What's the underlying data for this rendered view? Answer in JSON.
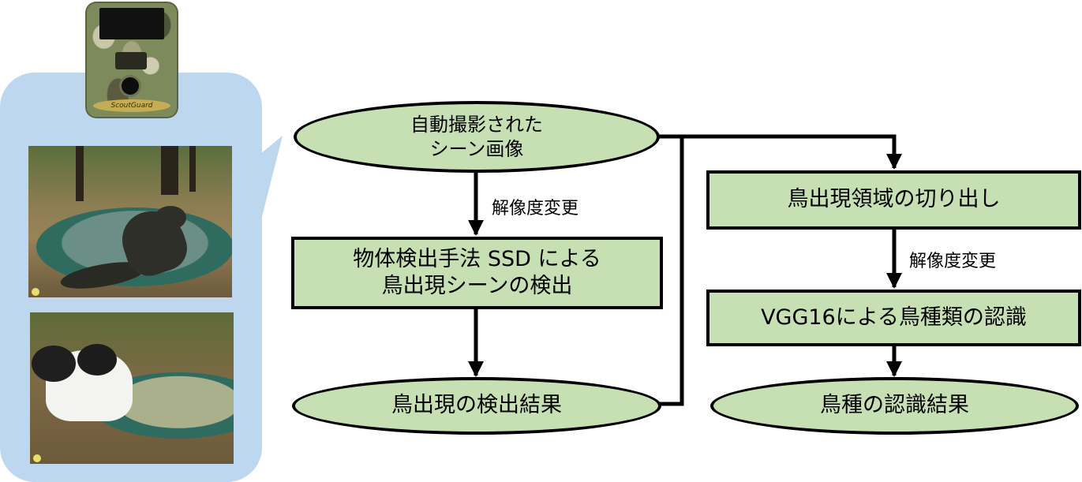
{
  "diagram": {
    "nodes": {
      "start": "自動撮影された\nシーン画像",
      "detect": "物体検出手法 SSD による\n鳥出現シーンの検出",
      "detect_result": "鳥出現の検出結果",
      "crop": "鳥出現領域の切り出し",
      "recognize": "VGG16による鳥種類の認識",
      "recognize_result": "鳥種の認識結果"
    },
    "edge_labels": {
      "resize_left": "解像度変更",
      "resize_right": "解像度変更"
    },
    "camera_brand": "ScoutGuard"
  },
  "colors": {
    "node_fill": "#c6e0b4",
    "panel_fill": "#bdd7ee",
    "stroke": "#000000"
  }
}
